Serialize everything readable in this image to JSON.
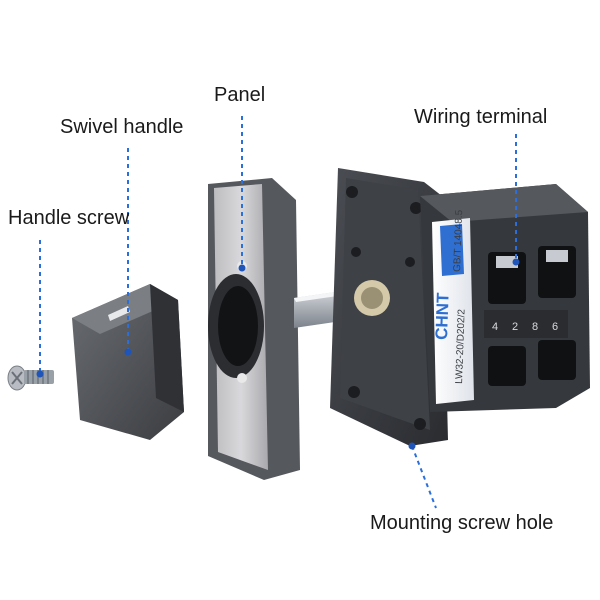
{
  "callouts": {
    "panel": "Panel",
    "swivel_handle": "Swivel handle",
    "handle_screw": "Handle screw",
    "wiring_terminal": "Wiring terminal",
    "mounting_screw_hole": "Mounting screw hole"
  },
  "product": {
    "brand": "CHNT",
    "standard": "GB/T 14048.5",
    "model": "LW32-20/D202/2",
    "terminal_numbers": [
      "4",
      "2",
      "8",
      "6"
    ]
  },
  "colors": {
    "leader_line": "#2a6fdb",
    "leader_dot": "#1f55b8",
    "body_dark": "#3a3d42",
    "panel_face": "#c9c9cc",
    "panel_border": "#6e6f73"
  }
}
